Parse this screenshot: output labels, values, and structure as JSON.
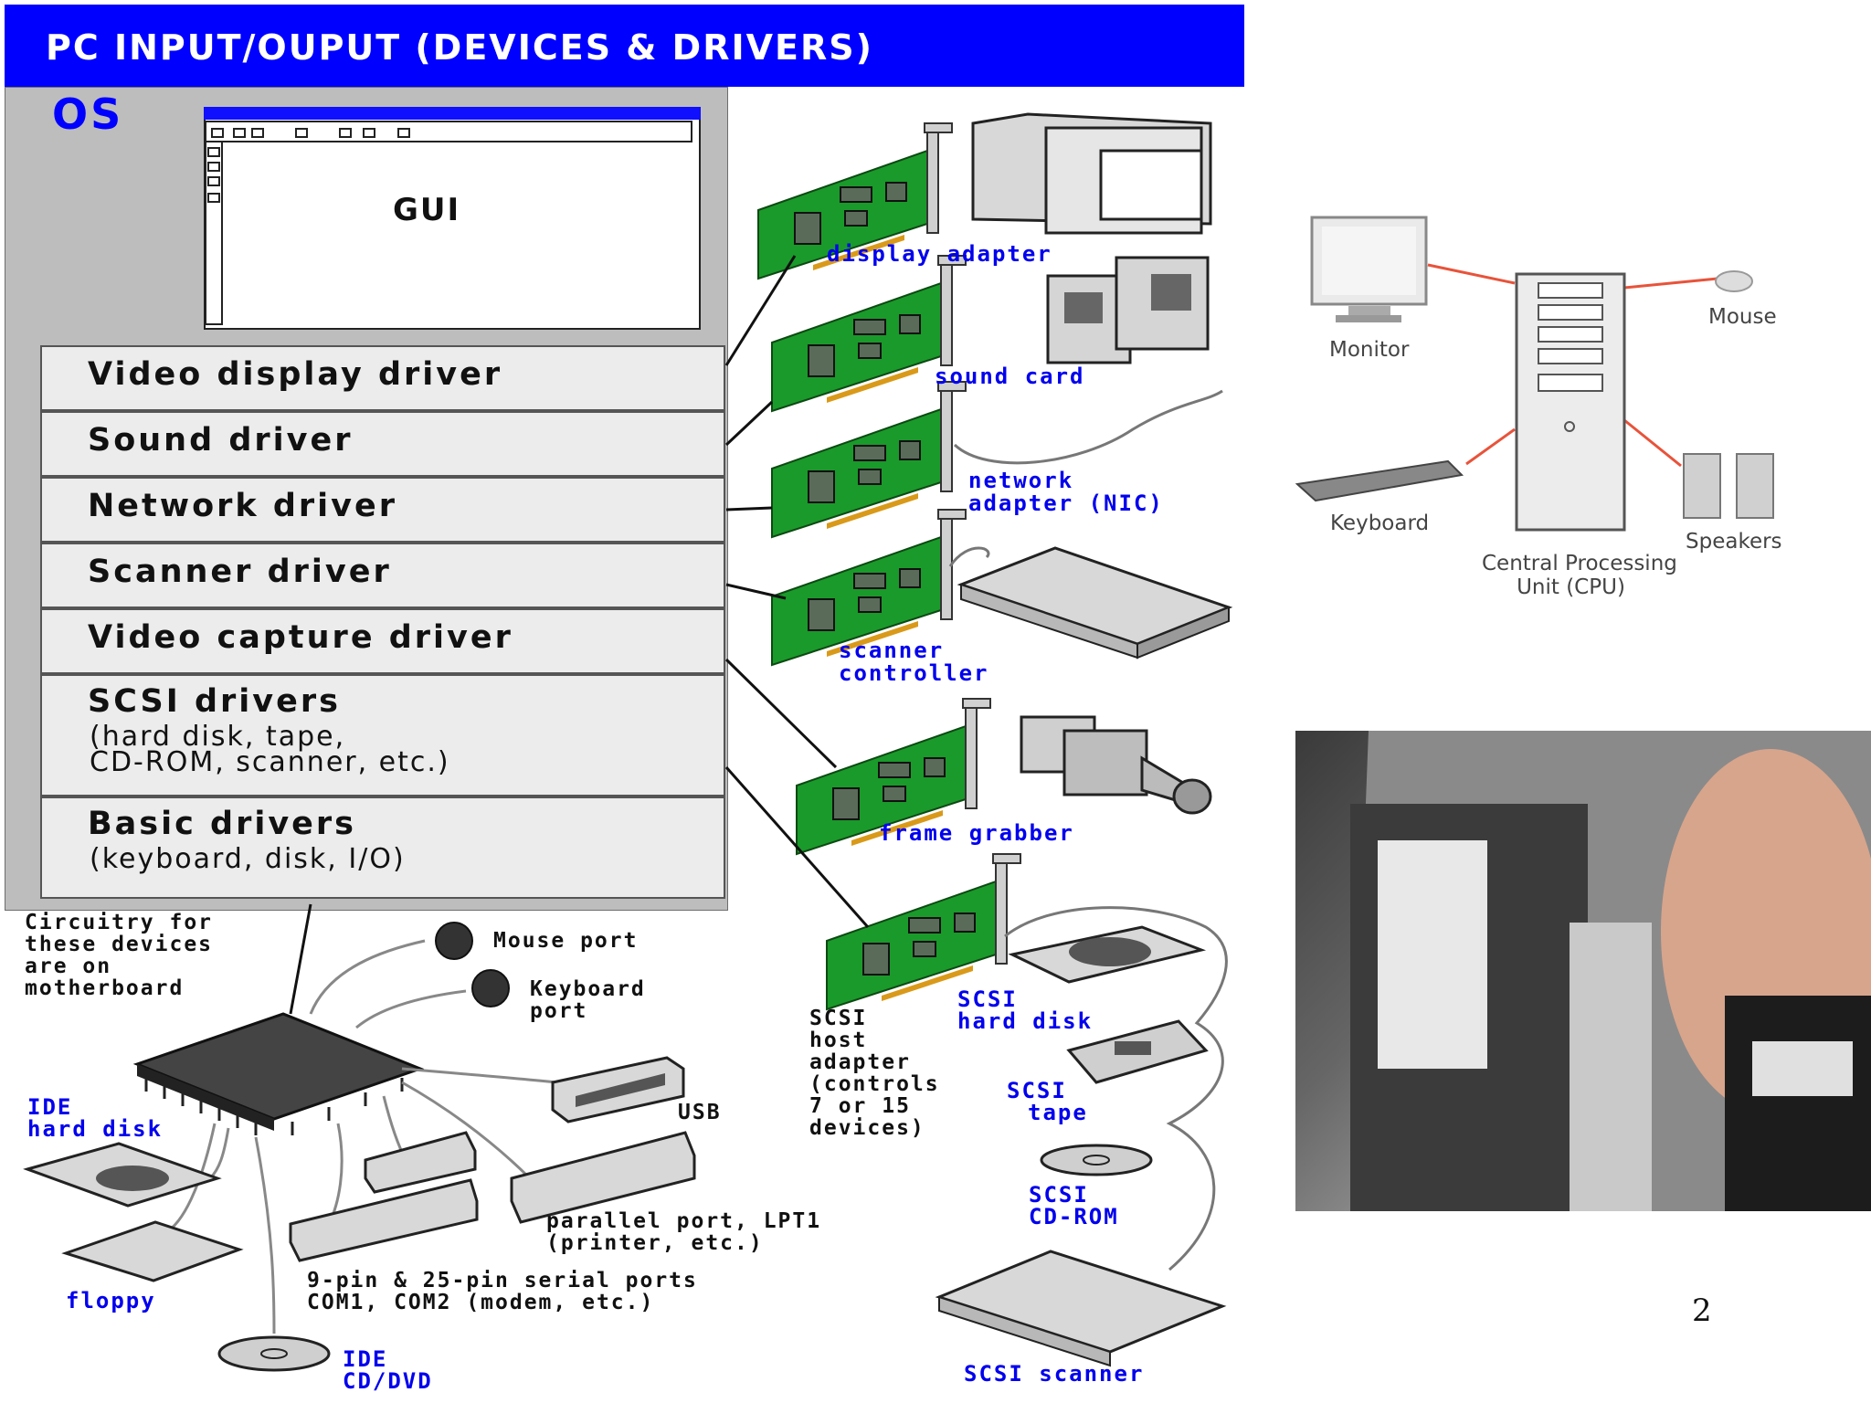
{
  "title": "PC INPUT/OUPUT (DEVICES & DRIVERS)",
  "os": {
    "label": "OS",
    "gui_label": "GUI"
  },
  "drivers": [
    {
      "title": "Video display driver",
      "sub": []
    },
    {
      "title": "Sound driver",
      "sub": []
    },
    {
      "title": "Network driver",
      "sub": []
    },
    {
      "title": "Scanner driver",
      "sub": []
    },
    {
      "title": "Video capture driver",
      "sub": []
    },
    {
      "title": "SCSI drivers",
      "sub": [
        "(hard disk, tape,",
        "CD-ROM, scanner, etc.)"
      ]
    },
    {
      "title": "Basic drivers",
      "sub": [
        "(keyboard, disk, I/O)"
      ]
    }
  ],
  "cards": {
    "display": "display adapter",
    "sound": "sound card",
    "network": [
      "network",
      "adapter (NIC)"
    ],
    "scanner": [
      "scanner",
      "controller"
    ],
    "frame": "frame grabber",
    "scsi_host": [
      "SCSI",
      "host",
      "adapter",
      "(controls",
      "7 or 15",
      "devices)"
    ]
  },
  "motherboard": {
    "note": [
      "Circuitry for",
      "these devices",
      "are on",
      "motherboard"
    ],
    "mouse_port": "Mouse port",
    "keyboard_port": [
      "Keyboard",
      "port"
    ],
    "usb": "USB",
    "ide_hard_disk": [
      "IDE",
      "hard disk"
    ],
    "floppy": "floppy",
    "ide_cd": [
      "IDE",
      "CD/DVD"
    ],
    "parallel": [
      "parallel port, LPT1",
      "(printer, etc.)"
    ],
    "serial": [
      "9-pin & 25-pin serial ports",
      "COM1, COM2 (modem, etc.)"
    ]
  },
  "scsi_devices": {
    "hard_disk": [
      "SCSI",
      "hard disk"
    ],
    "tape": [
      "SCSI",
      "tape"
    ],
    "cdrom": [
      "SCSI",
      "CD-ROM"
    ],
    "scanner": "SCSI scanner"
  },
  "pc_diagram": {
    "monitor": "Monitor",
    "mouse": "Mouse",
    "keyboard": "Keyboard",
    "speakers": "Speakers",
    "cpu": [
      "Central Processing",
      "Unit (CPU)"
    ]
  },
  "page_number": "2",
  "colors": {
    "title_bg": "#0000ff",
    "label_blue": "#0000ee",
    "card_green": "#1a9a2a",
    "red_line": "#e8533a"
  }
}
